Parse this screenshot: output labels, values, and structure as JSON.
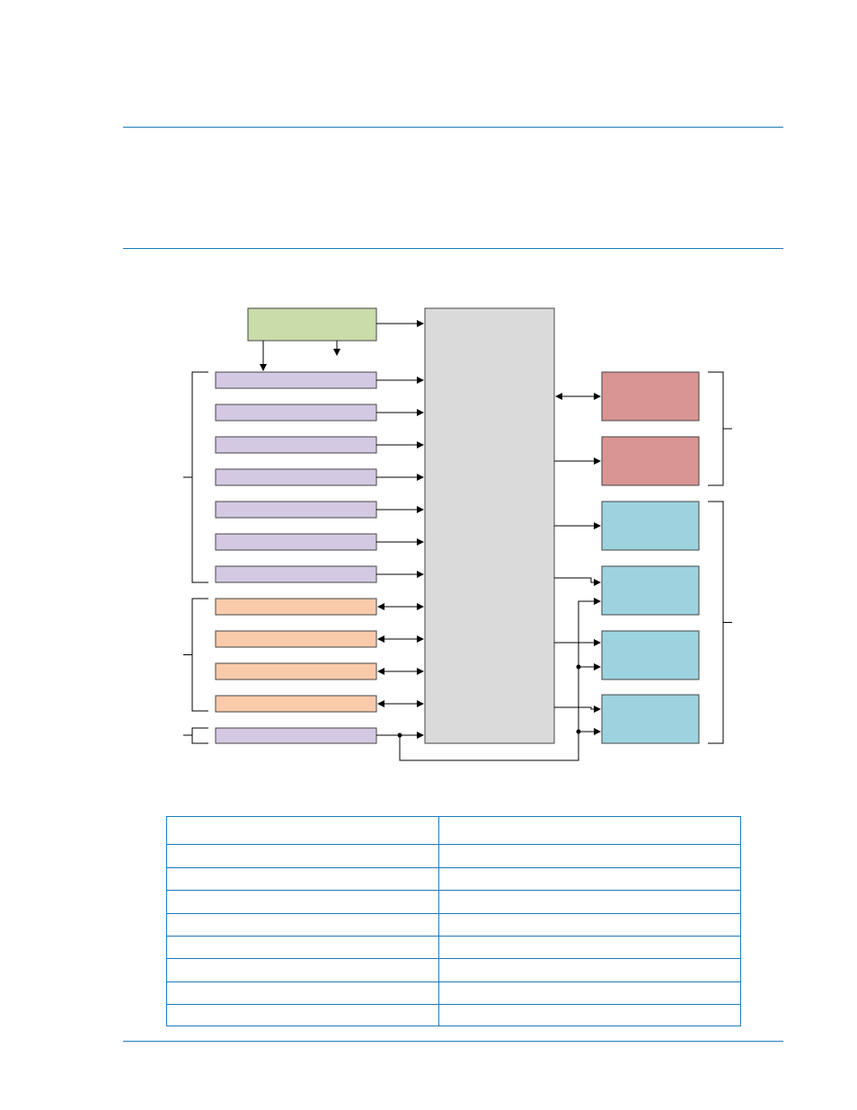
{
  "colors": {
    "rule": "#1f7ab8",
    "clock_block": "#c9dcaa",
    "input_block": "#d4c9e2",
    "bidir_block": "#facbaa",
    "processor": "#dadada",
    "memory_block": "#d99593",
    "output_block": "#9dd3df",
    "line": "#000000"
  },
  "diagram": {
    "input_blocks": 8,
    "bidir_blocks": 4,
    "memory_blocks": 2,
    "output_blocks": 4
  },
  "table": {
    "columns": 2,
    "rows": 9
  }
}
